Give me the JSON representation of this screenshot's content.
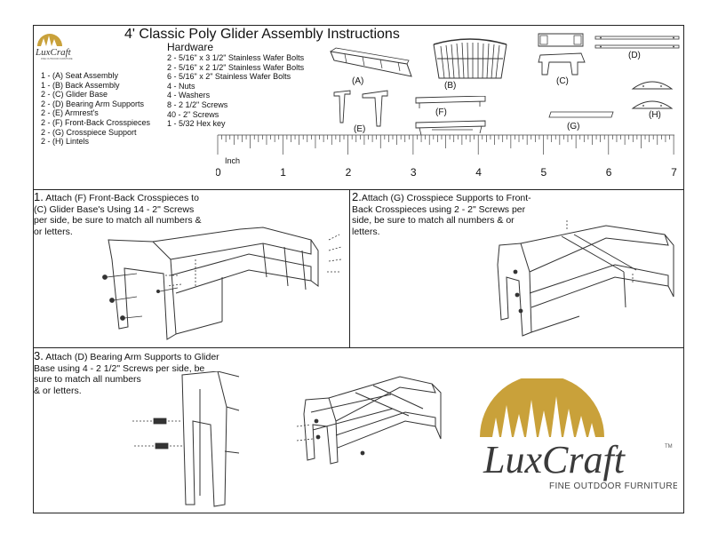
{
  "document": {
    "title": "4' Classic Poly Glider Assembly Instructions"
  },
  "logo_small": {
    "wordmark": "LuxCraft",
    "tagline": "FINE OUTDOOR FURNITURE"
  },
  "parts": [
    "1 - (A) Seat Assembly",
    "1 - (B) Back Assembly",
    "2 - (C) Glider Base",
    "2 - (D) Bearing Arm Supports",
    "2 - (E) Armrest's",
    "2 - (F) Front-Back Crosspieces",
    "2 - (G) Crosspiece Support",
    "2 - (H) Lintels"
  ],
  "hardware": {
    "title": "Hardware",
    "items": [
      "2 - 5/16\" x 3 1/2\" Stainless Wafer Bolts",
      "2 - 5/16\" x 2 1/2\" Stainless Wafer Bolts",
      "6 - 5/16\" x 2\" Stainless Wafer Bolts",
      "4 - Nuts",
      "4 - Washers",
      "8 - 2 1/2\" Screws",
      "40 - 2\" Screws",
      "1 - 5/32 Hex key"
    ]
  },
  "part_labels": {
    "a": "(A)",
    "b": "(B)",
    "c": "(C)",
    "d": "(D)",
    "e": "(E)",
    "f": "(F)",
    "g": "(G)",
    "h": "(H)"
  },
  "ruler": {
    "unit": "Inch",
    "numbers": [
      "0",
      "1",
      "2",
      "3",
      "4",
      "5",
      "6",
      "7"
    ]
  },
  "steps": [
    {
      "number": "1.",
      "lines": [
        "Attach (F) Front-Back Crosspieces to",
        "(C) Glider Base's Using 14 - 2\" Screws",
        "per side, be sure to match all numbers &",
        "or letters."
      ]
    },
    {
      "number": "2.",
      "lines": [
        "Attach (G) Crosspiece Supports to Front-",
        "Back Crosspieces using 2 - 2\" Screws per",
        "side, be sure to match all numbers & or",
        "letters."
      ]
    },
    {
      "number": "3.",
      "lines": [
        "Attach (D) Bearing Arm Supports to Glider",
        "Base using 4 - 2 1/2\" Screws per side, be",
        "sure to match all numbers",
        "& or letters."
      ]
    }
  ],
  "logo_large": {
    "wordmark": "LuxCraft",
    "trademark": "TM",
    "tagline": "FINE OUTDOOR FURNITURE",
    "accent_color": "#c9a13a"
  }
}
